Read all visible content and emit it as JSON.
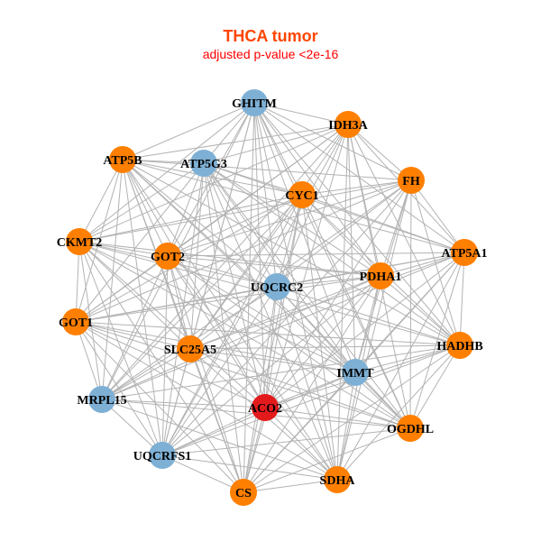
{
  "title": "THCA tumor",
  "subtitle": "adjusted p-value <2e-16",
  "colors": {
    "orange": "#ff7f00",
    "blue": "#7eb0d5",
    "red": "#e31a1c",
    "edge": "#b3b3b3"
  },
  "nodes": [
    {
      "id": "GHITM",
      "color": "blue"
    },
    {
      "id": "IDH3A",
      "color": "orange"
    },
    {
      "id": "ATP5B",
      "color": "orange"
    },
    {
      "id": "ATP5G3",
      "color": "blue"
    },
    {
      "id": "FH",
      "color": "orange"
    },
    {
      "id": "CYC1",
      "color": "orange"
    },
    {
      "id": "CKMT2",
      "color": "orange"
    },
    {
      "id": "GOT2",
      "color": "orange"
    },
    {
      "id": "ATP5A1",
      "color": "orange"
    },
    {
      "id": "UQCRC2",
      "color": "blue"
    },
    {
      "id": "PDHA1",
      "color": "orange"
    },
    {
      "id": "GOT1",
      "color": "orange"
    },
    {
      "id": "SLC25A5",
      "color": "orange"
    },
    {
      "id": "HADHB",
      "color": "orange"
    },
    {
      "id": "IMMT",
      "color": "blue"
    },
    {
      "id": "MRPL15",
      "color": "blue"
    },
    {
      "id": "ACO2",
      "color": "red"
    },
    {
      "id": "OGDHL",
      "color": "orange"
    },
    {
      "id": "UQCRFS1",
      "color": "blue"
    },
    {
      "id": "SDHA",
      "color": "orange"
    },
    {
      "id": "CS",
      "color": "orange"
    }
  ]
}
